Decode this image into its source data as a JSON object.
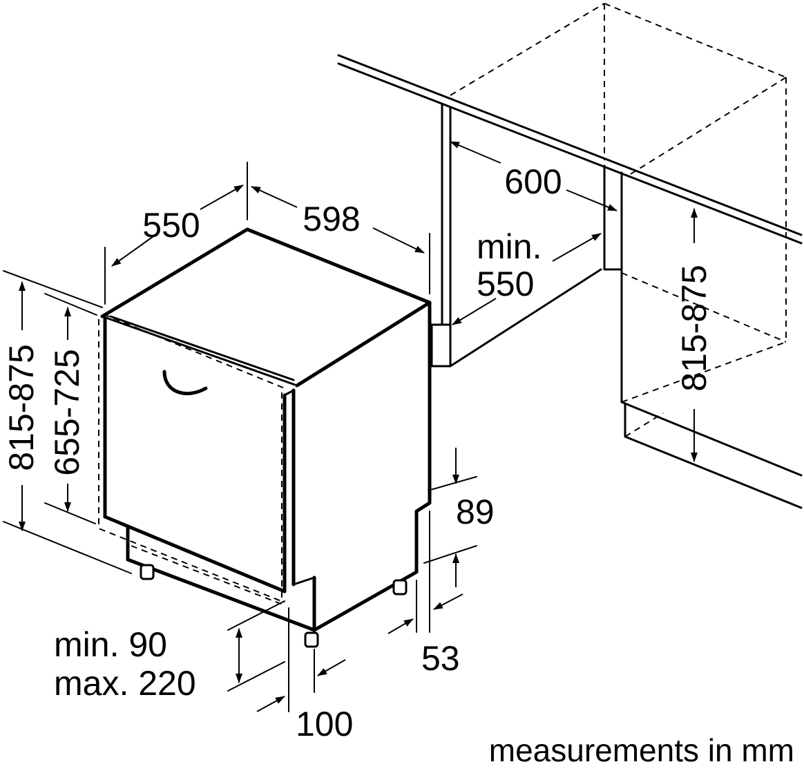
{
  "labels": {
    "width_598": "598",
    "depth_550": "550",
    "niche_600": "600",
    "niche_min": "min.",
    "niche_min_550": "550",
    "height_left": "815-875",
    "height_inner": "655-725",
    "height_right": "815-875",
    "plinth_89": "89",
    "gap_53": "53",
    "plinth_min": "min. 90",
    "plinth_max": "max. 220",
    "recess_100": "100",
    "units_note": "measurements in mm"
  }
}
